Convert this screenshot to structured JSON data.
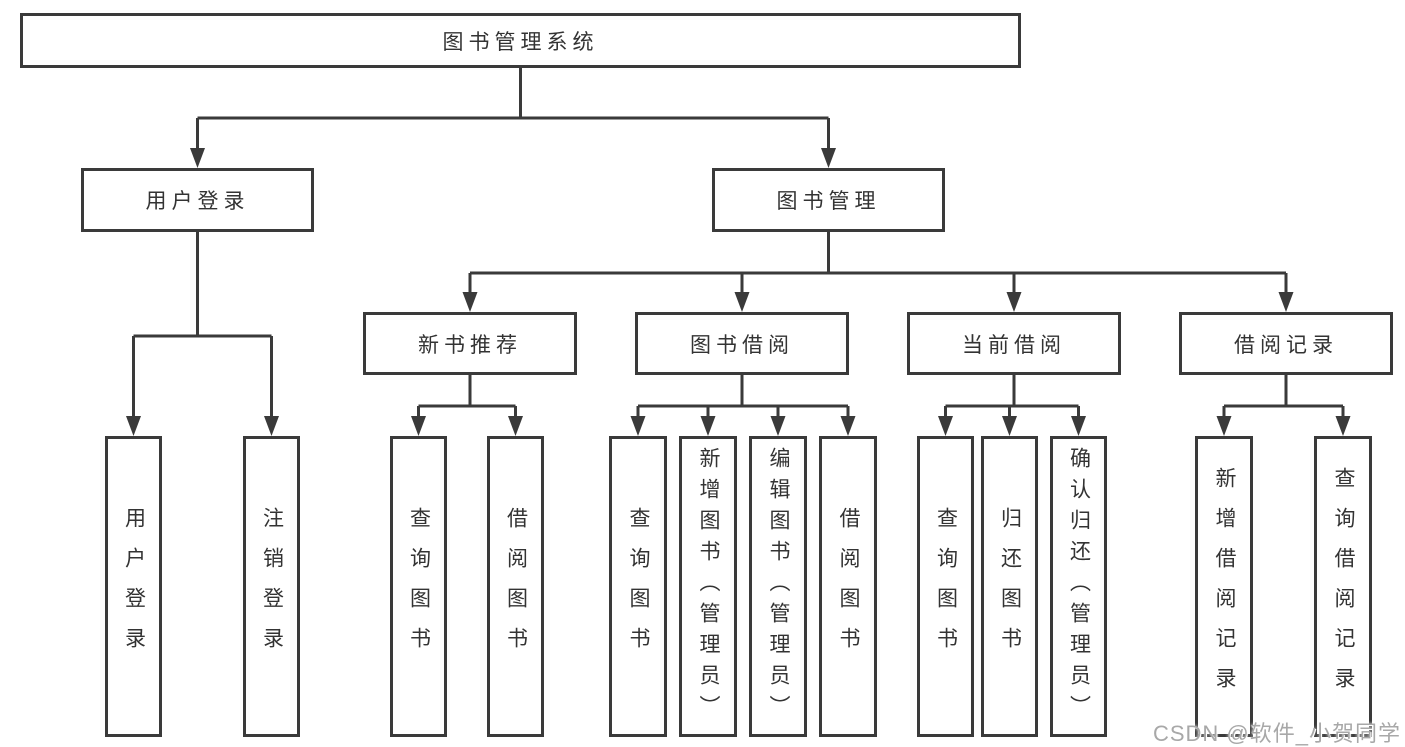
{
  "diagram": {
    "root_label": "图书管理系统",
    "level1": [
      "用户登录",
      "图书管理"
    ],
    "level2": [
      "新书推荐",
      "图书借阅",
      "当前借阅",
      "借阅记录"
    ],
    "leaves": {
      "user_login": [
        "用户登录",
        "注销登录"
      ],
      "new_book_recommend": [
        "查询图书",
        "借阅图书"
      ],
      "book_borrowing": [
        "查询图书",
        "新增图书（管理员）",
        "编辑图书（管理员）",
        "借阅图书"
      ],
      "current_borrowing": [
        "查询图书",
        "归还图书",
        "确认归还（管理员）"
      ],
      "borrowing_records": [
        "新增借阅记录",
        "查询借阅记录"
      ]
    }
  },
  "watermark": "CSDN @软件_小贺同学",
  "colors": {
    "line": "#3a3a3a",
    "text": "#333333",
    "background": "#ffffff",
    "watermark": "#a8a8a8"
  }
}
